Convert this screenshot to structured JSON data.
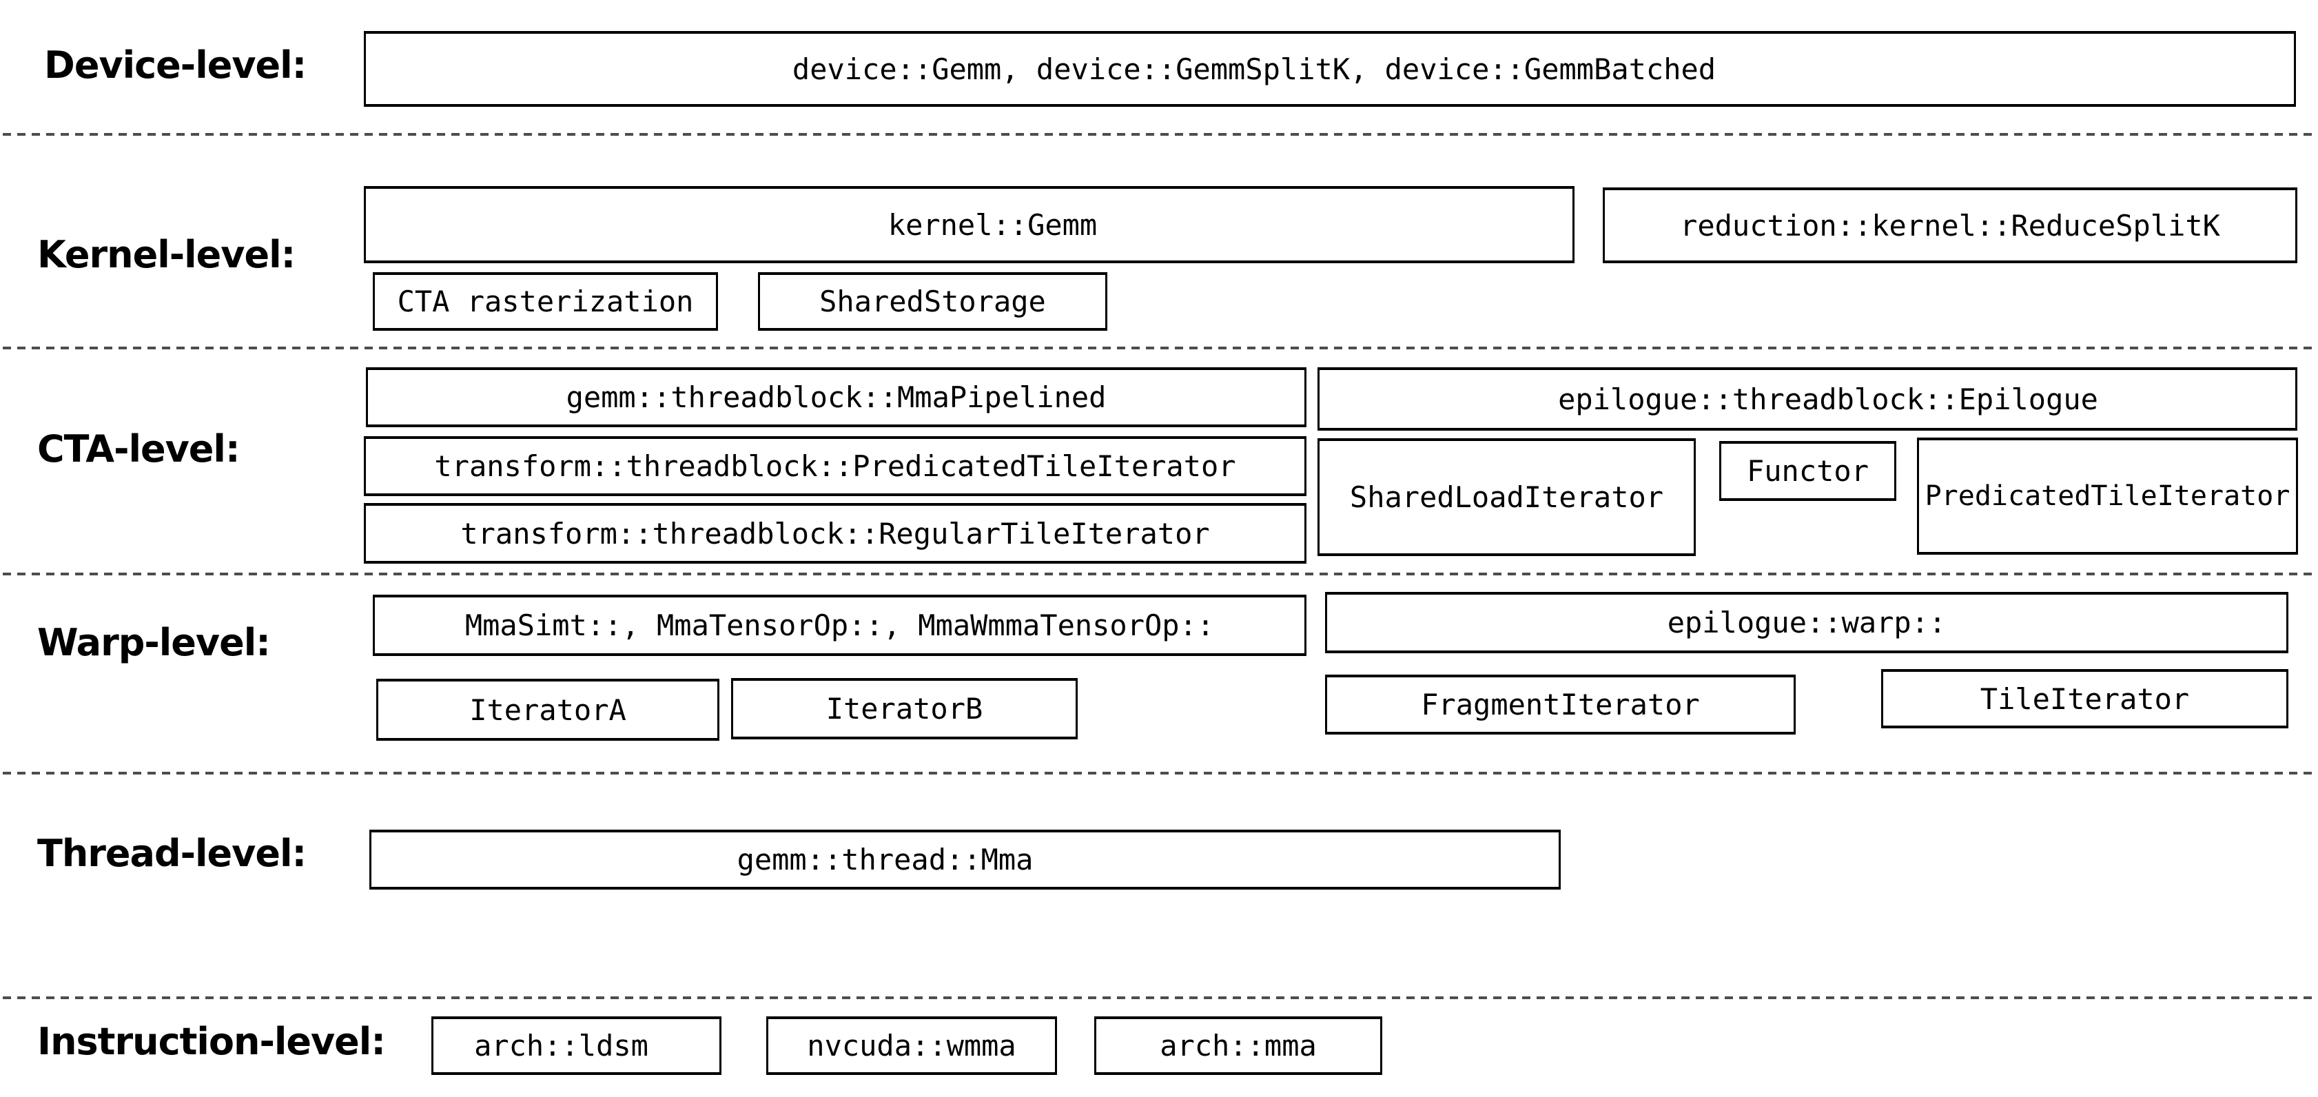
{
  "diagram": {
    "colors": {
      "background": "#ffffff",
      "box_border": "#000000",
      "text": "#000000",
      "divider": "#4d4d4d"
    },
    "rows": [
      {
        "label": "Device-level:",
        "boxes": [
          {
            "text": "device::Gemm, device::GemmSplitK, device::GemmBatched"
          }
        ]
      },
      {
        "label": "Kernel-level:",
        "boxes": [
          {
            "text": "kernel::Gemm"
          },
          {
            "text": "reduction::kernel::ReduceSplitK"
          },
          {
            "text": "CTA rasterization"
          },
          {
            "text": "SharedStorage"
          }
        ]
      },
      {
        "label": "CTA-level:",
        "boxes": [
          {
            "text": "gemm::threadblock::MmaPipelined"
          },
          {
            "text": "epilogue::threadblock::Epilogue"
          },
          {
            "text": "transform::threadblock::PredicatedTileIterator"
          },
          {
            "text": "SharedLoadIterator"
          },
          {
            "text": "Functor"
          },
          {
            "text": "PredicatedTileIterator"
          },
          {
            "text": "transform::threadblock::RegularTileIterator"
          }
        ]
      },
      {
        "label": "Warp-level:",
        "boxes": [
          {
            "text": "MmaSimt::, MmaTensorOp::, MmaWmmaTensorOp::"
          },
          {
            "text": "epilogue::warp::"
          },
          {
            "text": "IteratorA"
          },
          {
            "text": "IteratorB"
          },
          {
            "text": "FragmentIterator"
          },
          {
            "text": "TileIterator"
          }
        ]
      },
      {
        "label": "Thread-level:",
        "boxes": [
          {
            "text": "gemm::thread::Mma"
          }
        ]
      },
      {
        "label": "Instruction-level:",
        "boxes": [
          {
            "text": "arch::ldsm"
          },
          {
            "text": "nvcuda::wmma"
          },
          {
            "text": "arch::mma"
          }
        ]
      }
    ]
  }
}
